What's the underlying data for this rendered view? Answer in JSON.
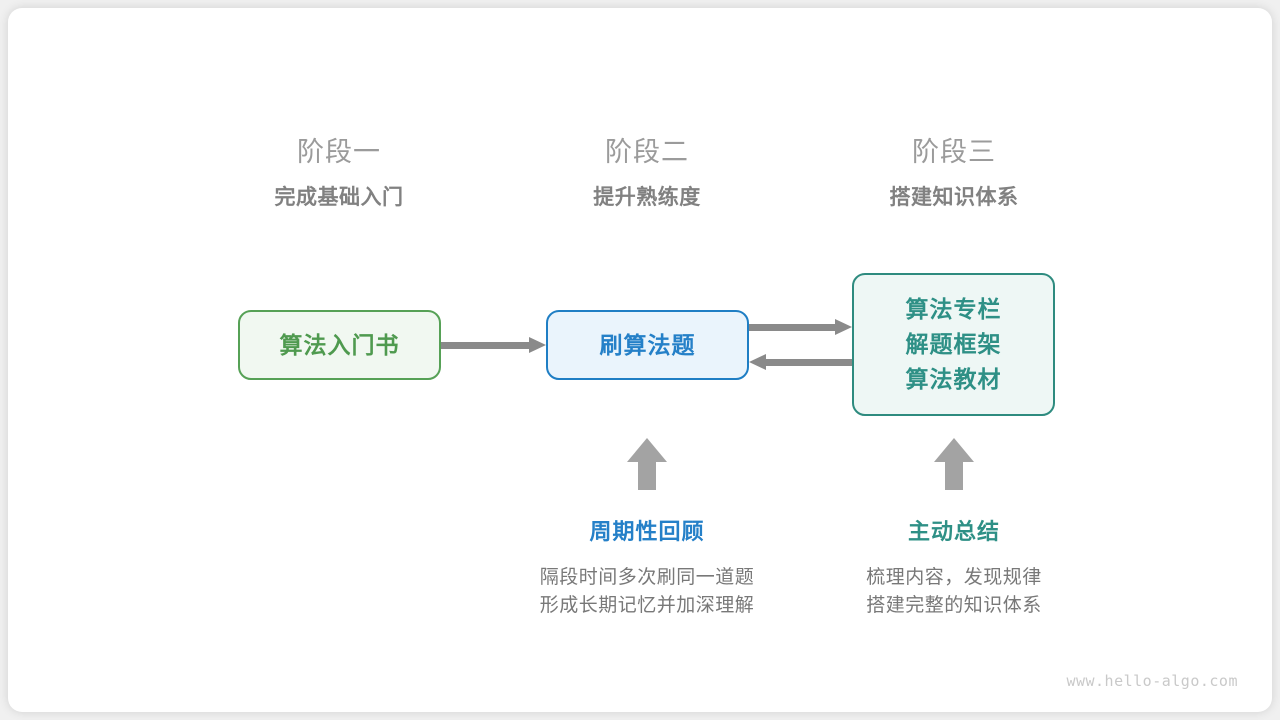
{
  "phases": [
    {
      "title": "阶段一",
      "subtitle": "完成基础入门"
    },
    {
      "title": "阶段二",
      "subtitle": "提升熟练度"
    },
    {
      "title": "阶段三",
      "subtitle": "搭建知识体系"
    }
  ],
  "nodes": {
    "book": {
      "lines": [
        "算法入门书"
      ],
      "border_color": "#56a156",
      "fill_color": "#f1f8f1",
      "text_color": "#4f9a4f"
    },
    "practice": {
      "lines": [
        "刷算法题"
      ],
      "border_color": "#1f7ec4",
      "fill_color": "#eaf4fc",
      "text_color": "#2580c8"
    },
    "system": {
      "lines": [
        "算法专栏",
        "解题框架",
        "算法教材"
      ],
      "border_color": "#2e8b7f",
      "fill_color": "#eef7f5",
      "text_color": "#2e9086"
    }
  },
  "annotations": [
    {
      "title": "周期性回顾",
      "body_lines": [
        "隔段时间多次刷同一道题",
        "形成长期记忆并加深理解"
      ],
      "color": "#2580c8"
    },
    {
      "title": "主动总结",
      "body_lines": [
        "梳理内容，发现规律",
        "搭建完整的知识体系"
      ],
      "color": "#2e9086"
    }
  ],
  "arrow_color": "#8a8a8a",
  "up_arrow_color": "#a3a3a3",
  "watermark": "www.hello-algo.com"
}
